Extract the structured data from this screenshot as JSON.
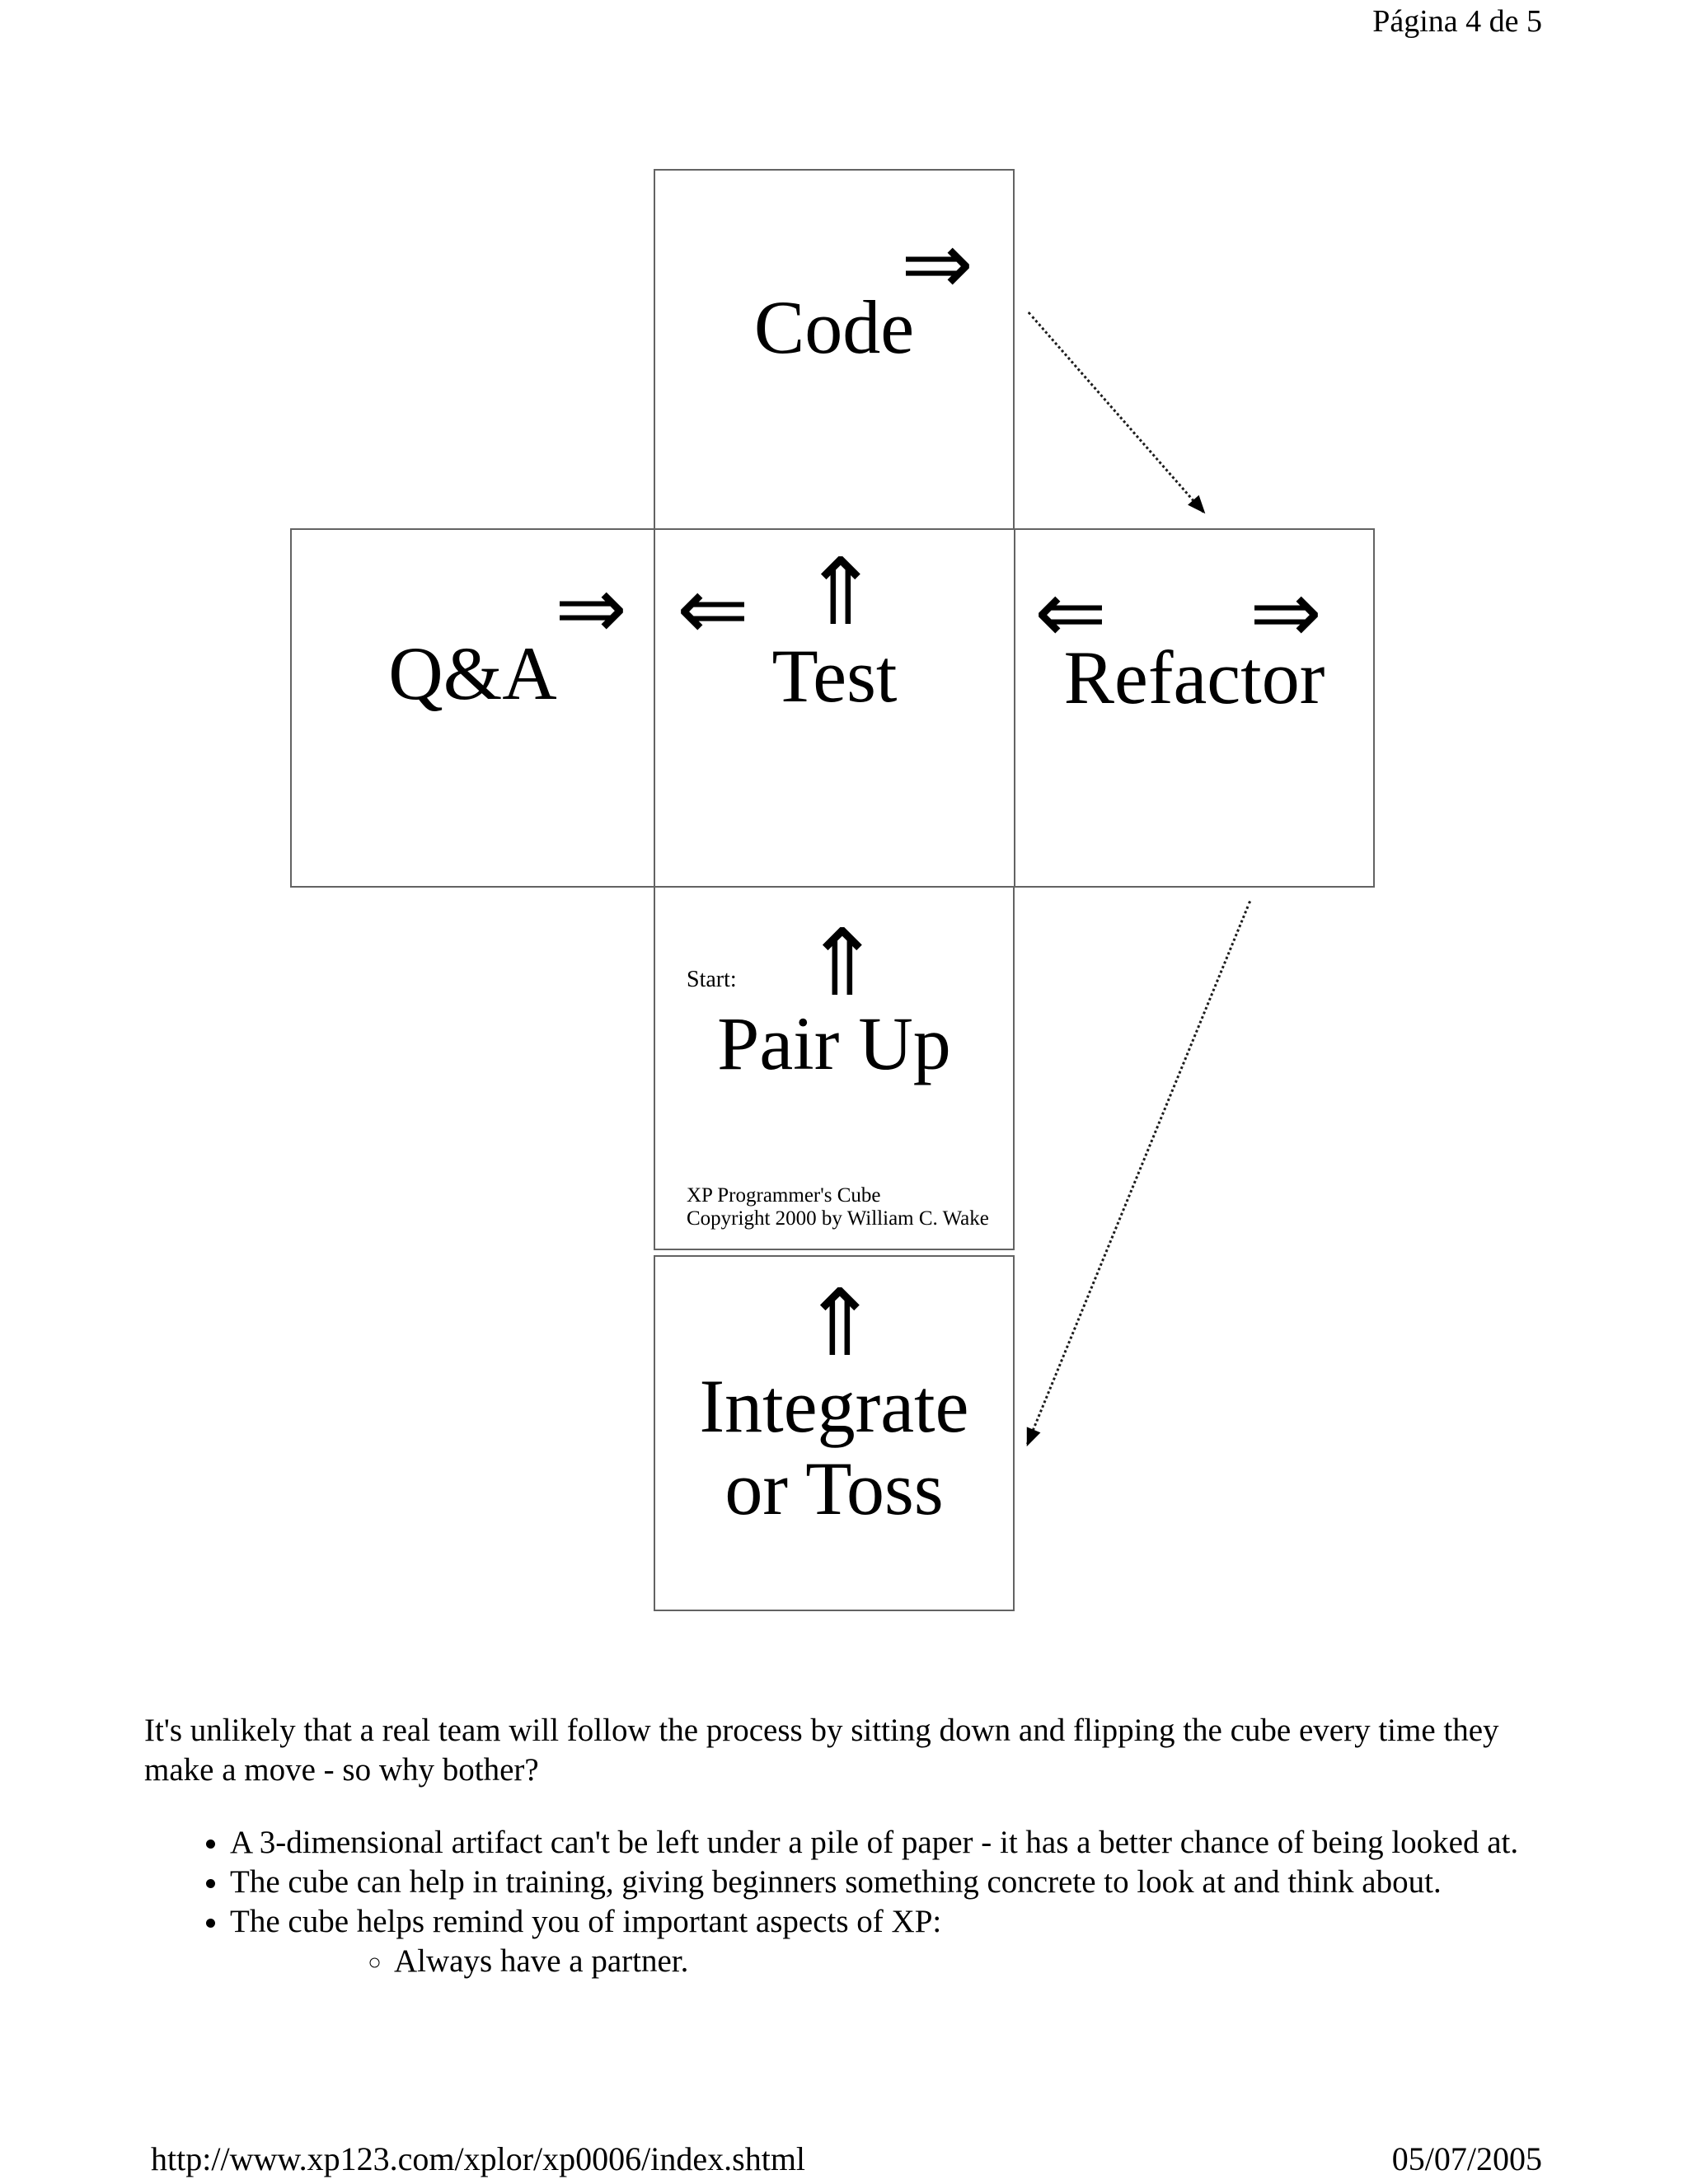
{
  "page": {
    "header": {
      "page_indicator": "Página 4 de 5"
    },
    "footer": {
      "url": "http://www.xp123.com/xplor/xp0006/index.shtml",
      "date": "05/07/2005"
    }
  },
  "cube_diagram": {
    "description": "Unfolded XP Programmer's Cube net",
    "faces": {
      "code": {
        "label": "Code",
        "arrow_right": "⇒"
      },
      "qa": {
        "label": "Q&A",
        "arrow_right": "⇒"
      },
      "test": {
        "label": "Test",
        "arrow_left": "⇐",
        "arrow_up": "⇑"
      },
      "refactor": {
        "label": "Refactor",
        "arrow_left": "⇐",
        "arrow_right": "⇒"
      },
      "pair_up": {
        "start_label": "Start:",
        "arrow_up": "⇑",
        "label": "Pair Up",
        "credit_line1": "XP Programmer's Cube",
        "credit_line2": "Copyright 2000 by William C. Wake"
      },
      "integrate": {
        "arrow_up": "⇑",
        "label_line1": "Integrate",
        "label_line2": "or Toss"
      }
    }
  },
  "body": {
    "intro_paragraph": "It's unlikely that a real team will follow the process by sitting down and flipping the cube every time they make a move - so why bother?",
    "bullets": [
      "A 3-dimensional artifact can't be left under a pile of paper - it has a better chance of being looked at.",
      "The cube can help in training, giving beginners something concrete to look at and think about.",
      "The cube helps remind you of important aspects of XP:"
    ],
    "sub_bullets": [
      "Always have a partner."
    ]
  },
  "colors": {
    "page_bg": "#ffffff",
    "text": "#000000",
    "panel_border": "#636363",
    "dotted_arrow": "#1c1c1c"
  }
}
